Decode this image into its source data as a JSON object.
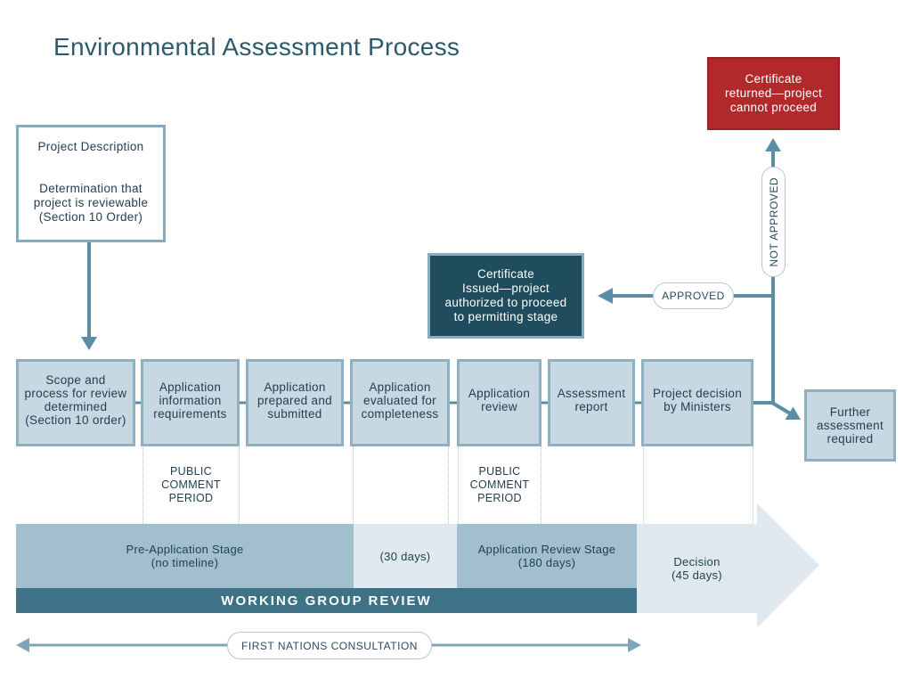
{
  "title": "Environmental Assessment Process",
  "start": {
    "project_description": "Project Description",
    "determination": "Determination that\nproject is reviewable\n(Section 10 Order)"
  },
  "stages": [
    "Scope and\nprocess for review\ndetermined\n(Section 10 order)",
    "Application\ninformation\nrequirements",
    "Application\nprepared and\nsubmitted",
    "Application\nevaluated for\ncompleteness",
    "Application\nreview",
    "Assessment\nreport",
    "Project decision\nby Ministers"
  ],
  "comment_periods": [
    "PUBLIC\nCOMMENT\nPERIOD",
    "PUBLIC\nCOMMENT\nPERIOD"
  ],
  "outcomes": {
    "approved_label": "APPROVED",
    "not_approved_label": "NOT APPROVED",
    "certificate_issued": "Certificate\nIssued—project\nauthorized to proceed\nto permitting stage",
    "certificate_returned": "Certificate\nreturned—project\ncannot proceed",
    "further_assessment": "Further\nassessment\nrequired"
  },
  "timeline": {
    "pre_application": {
      "label": "Pre-Application Stage",
      "duration": "(no timeline)"
    },
    "completeness": {
      "duration": "(30 days)"
    },
    "application_review": {
      "label": "Application Review Stage",
      "duration": "(180 days)"
    },
    "decision": {
      "label": "Decision",
      "duration": "(45 days)"
    },
    "working_group": "WORKING GROUP REVIEW"
  },
  "consultation": "FIRST NATIONS CONSULTATION",
  "colors": {
    "title": "#2d5a6a",
    "stage_fill": "#c8d8e2",
    "stage_border": "#8fb0c1",
    "connector": "#5b8ea5",
    "certificate_issued": "#1f4d5d",
    "certificate_returned": "#b2292b",
    "stage_band": "#a2bfcd",
    "light_band": "#dfe9ef",
    "working_group": "#3e7287"
  }
}
